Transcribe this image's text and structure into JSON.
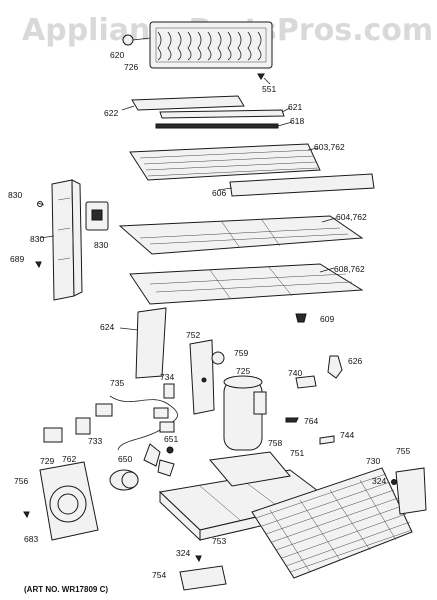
{
  "watermark": "AppliancePartsPros.com",
  "art_number": "(ART NO. WR17809 C)",
  "labels": {
    "p620": "620",
    "p726": "726",
    "p551": "551",
    "p622": "622",
    "p621": "621",
    "p618": "618",
    "p603": "603,762",
    "p830a": "830",
    "p830b": "830",
    "p830c": "830",
    "p606": "606",
    "p689": "689",
    "p604": "604,762",
    "p608": "608,762",
    "p609": "609",
    "p624": "624",
    "p752": "752",
    "p759": "759",
    "p626": "626",
    "p735": "735",
    "p734": "734",
    "p725": "725",
    "p740": "740",
    "p764": "764",
    "p744": "744",
    "p733": "733",
    "p651": "651",
    "p758": "758",
    "p729": "729",
    "p762": "762",
    "p751": "751",
    "p650": "650",
    "p730": "730",
    "p755": "755",
    "p324a": "324",
    "p756": "756",
    "p683": "683",
    "p753": "753",
    "p324b": "324",
    "p754": "754"
  }
}
